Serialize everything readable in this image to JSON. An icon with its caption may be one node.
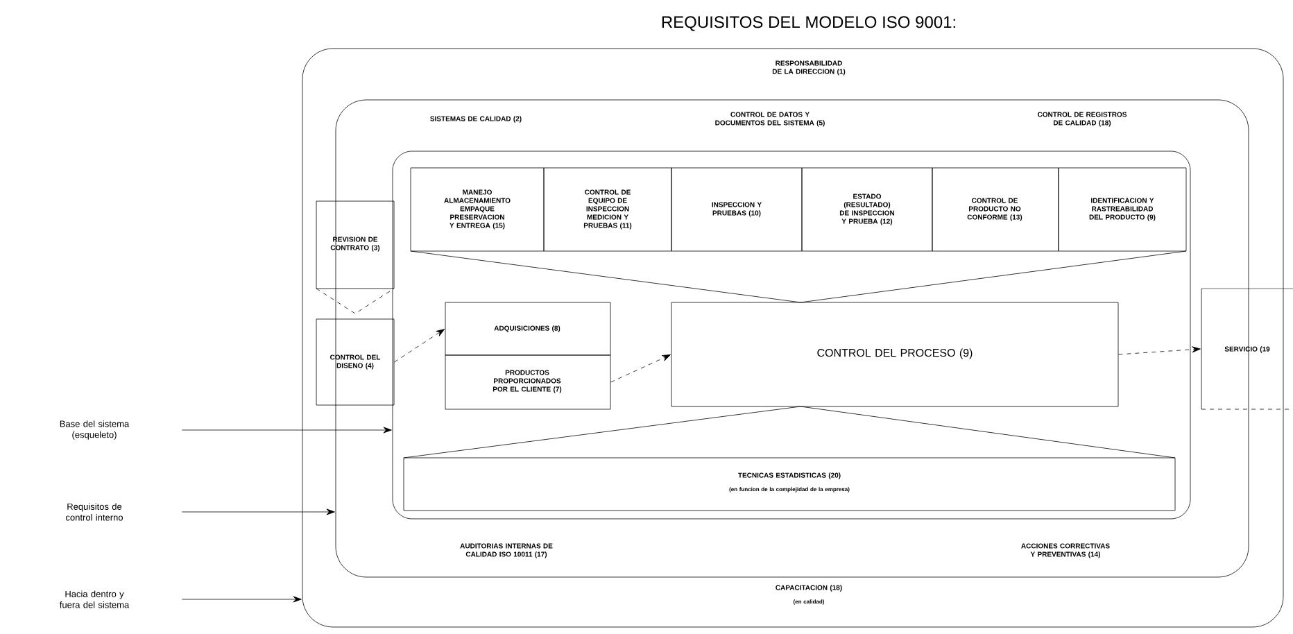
{
  "diagram": {
    "title": "REQUISITOS DEL MODELO ISO 9001:",
    "nodes": [
      {
        "text": [
          "RESPONSABILIDAD DE LA DIRECCION (1)",
          "CAPACITACION (18)",
          "(en calidad)"
        ]
      },
      {
        "text": [
          "SISTEMAS DE CALIDAD (2)",
          "CONTROL DE DATOS Y DOCUMENTOS DEL SISTEMA (5)",
          "CONTROL DE REGISTROS DE CALIDAD (18)",
          "AUDITORIAS INTERNAS DE CALIDAD ISO 10011 (17)",
          "ACCIONES CORRECTIVAS Y PREVENTIVAS (14)"
        ],
        "in": 0
      },
      {
        "text": [],
        "shape": "box",
        "in": 1
      },
      {
        "text": [
          "MANEJO ALMACENAMIENTO EMPAQUE PRESERVACION Y ENTREGA (15)"
        ],
        "in": 2
      },
      {
        "text": [
          "CONTROL DE EQUIPO DE INSPECCION MEDICION Y PRUEBAS (11)"
        ],
        "in": 2
      },
      {
        "text": [
          "INSPECCION Y PRUEBAS (10)"
        ],
        "in": 2
      },
      {
        "text": [
          "ESTADO (RESULTADO) DE INSPECCION Y PRUEBA (12)"
        ],
        "in": 2
      },
      {
        "text": [
          "CONTROL DE PRODUCTO NO CONFORME (13)"
        ],
        "in": 2
      },
      {
        "text": [
          "IDENTIFICACION Y RASTREABILIDAD DEL PRODUCTO (9)"
        ],
        "in": 2
      },
      {
        "text": [
          "REVISION DE CONTRATO (3)"
        ],
        "in": 0
      },
      {
        "text": [
          "CONTROL DEL DISENO (4)"
        ],
        "in": 0
      },
      {
        "text": [
          "ADQUISICIONES (8)"
        ],
        "in": 2
      },
      {
        "text": [
          "PRODUCTOS PROPORCIONADOS POR EL CLIENTE (7)"
        ],
        "in": 2
      },
      {
        "text": [
          "CONTROL DEL PROCESO (9)"
        ],
        "in": 2
      },
      {
        "text": [
          "SERVICIO (19"
        ]
      },
      {
        "text": [
          "TECNICAS ESTADISTICAS (20)",
          "(en funcion de la complejidad de la empresa)"
        ],
        "in": 2
      },
      {
        "text": [
          "Base del sistema (esqueleto)"
        ]
      },
      {
        "text": [
          "Requisitos de control interno"
        ]
      },
      {
        "text": [
          "Hacia dentro y fuera del sistema"
        ]
      }
    ],
    "edges": [
      {
        "from": 10,
        "to": 11,
        "arrow": "to",
        "style": "dashed"
      },
      {
        "from": 12,
        "to": 13,
        "arrow": "to",
        "style": "dashed"
      },
      {
        "from": 13,
        "to": 14,
        "arrow": "to",
        "style": "dashed"
      },
      {
        "from": 16,
        "to": 2,
        "arrow": "to"
      },
      {
        "from": 17,
        "to": 1,
        "arrow": "to"
      },
      {
        "from": 18,
        "to": 0,
        "arrow": "to"
      }
    ]
  }
}
